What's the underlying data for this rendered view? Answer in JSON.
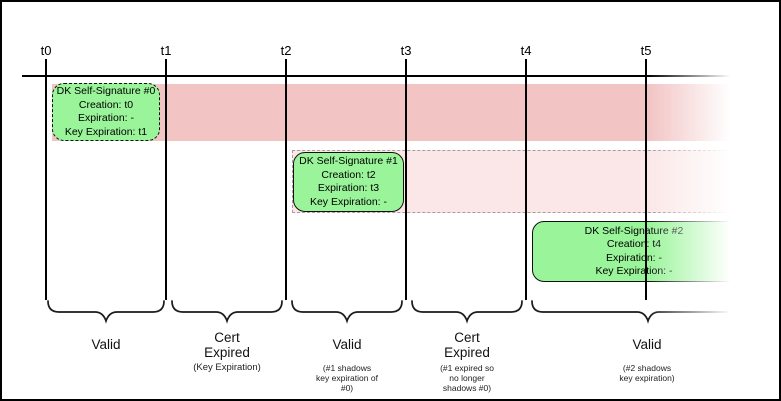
{
  "ticks": [
    "t0",
    "t1",
    "t2",
    "t3",
    "t4",
    "t5"
  ],
  "signatures": [
    {
      "title": "DK Self-Signature #0",
      "lines": [
        "Creation: t0",
        "Expiration: -",
        "Key Expiration: t1"
      ]
    },
    {
      "title": "DK Self-Signature #1",
      "lines": [
        "Creation: t2",
        "Expiration: t3",
        "Key Expiration: -"
      ]
    },
    {
      "title": "DK Self-Signature #2",
      "lines": [
        "Creation: t4",
        "Expiration: -",
        "Key Expiration: -"
      ]
    }
  ],
  "segments": [
    {
      "label_lines": [
        "Valid"
      ],
      "sublabel_lines": []
    },
    {
      "label_lines": [
        "Cert",
        "Expired"
      ],
      "sublabel_lines": [
        "(Key Expiration)"
      ]
    },
    {
      "label_lines": [
        "Valid"
      ],
      "sublabel_lines": [
        "(#1 shadows",
        "key expiration of",
        "#0)"
      ]
    },
    {
      "label_lines": [
        "Cert",
        "Expired"
      ],
      "sublabel_lines": [
        "(#1 expired so",
        "no longer",
        "shadows #0)"
      ]
    },
    {
      "label_lines": [
        "Valid"
      ],
      "sublabel_lines": [
        "(#2 shadows",
        "key expiration)"
      ]
    }
  ],
  "colors": {
    "band_strong": "#f2c4c4",
    "band_light": "#fbe7e7",
    "band_dash": "#ab9b9b",
    "box_green": "#9af49a",
    "line": "#000000"
  }
}
